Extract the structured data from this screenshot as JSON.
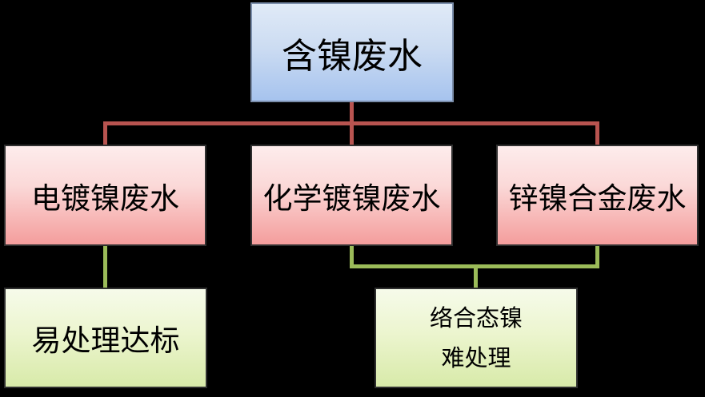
{
  "diagram": {
    "type": "flowchart",
    "background": "#000000",
    "root": {
      "label": "含镍废水"
    },
    "children": [
      {
        "label": "电镀镍废水"
      },
      {
        "label": "化学镀镍废水"
      },
      {
        "label": "锌镍合金废水"
      }
    ],
    "results": [
      {
        "label": "易处理达标"
      },
      {
        "label_line1": "络合态镍",
        "label_line2": "难处理"
      }
    ],
    "edges": [
      {
        "from": "含镍废水",
        "to": "电镀镍废水",
        "color": "red"
      },
      {
        "from": "含镍废水",
        "to": "化学镀镍废水",
        "color": "red"
      },
      {
        "from": "含镍废水",
        "to": "锌镍合金废水",
        "color": "red"
      },
      {
        "from": "电镀镍废水",
        "to": "易处理达标",
        "color": "green"
      },
      {
        "from": "化学镀镍废水",
        "to": "络合态镍难处理",
        "color": "green"
      },
      {
        "from": "锌镍合金废水",
        "to": "络合态镍难处理",
        "color": "green"
      }
    ],
    "colors": {
      "connector_red": "#b85450",
      "connector_green": "#9bbb59",
      "root_fill_top": "#e0eaf7",
      "root_fill_bottom": "#a6c3ee",
      "root_border": "#7b8eab",
      "child_fill_top": "#fdecec",
      "child_fill_bottom": "#f49d9c",
      "result_fill_top": "#f6fbea",
      "result_fill_bottom": "#d8eaa9",
      "box_border": "#2f2f2f",
      "text": "#000000"
    }
  }
}
